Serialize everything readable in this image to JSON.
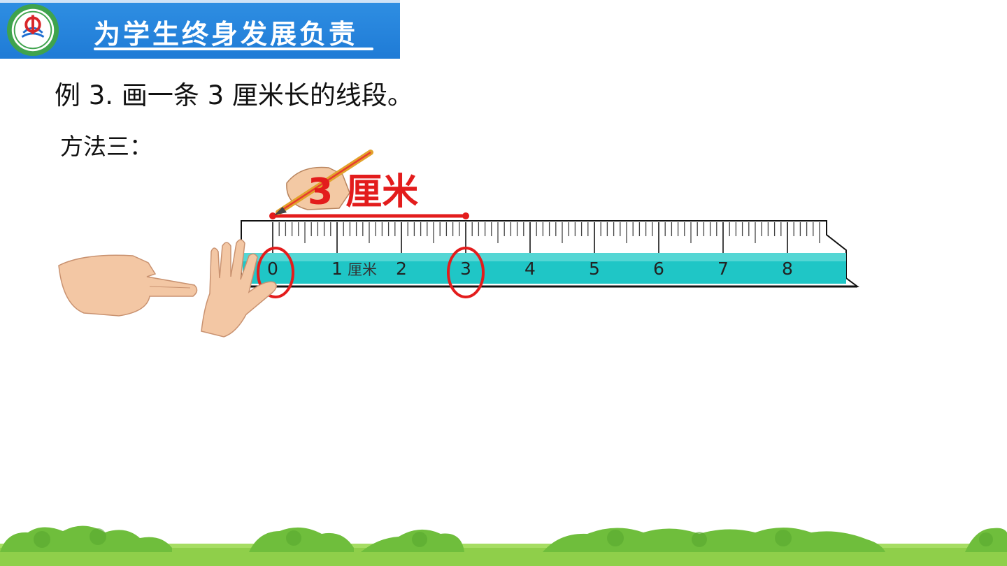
{
  "header": {
    "motto": "为学生终身发展负责",
    "logo_icon": "school-emblem-icon",
    "colors": {
      "banner": "#2a86de",
      "accent": "#e31c1c",
      "ruler": "#1fc6c6"
    }
  },
  "problem": {
    "example_text": "例 3. 画一条 3 厘米长的线段。",
    "method_label": "方法三："
  },
  "drawing": {
    "segment_label": "3 厘米",
    "segment_start_cm": 0,
    "segment_end_cm": 3,
    "circled_marks": [
      "0",
      "3"
    ]
  },
  "ruler": {
    "unit_label": "厘米",
    "numbers": [
      "0",
      "1",
      "2",
      "3",
      "4",
      "5",
      "6",
      "7",
      "8"
    ]
  }
}
